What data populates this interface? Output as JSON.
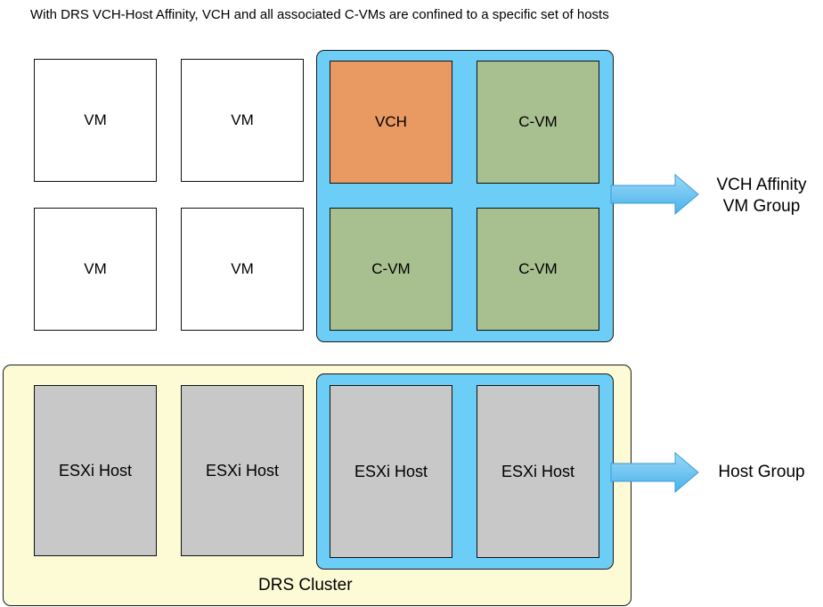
{
  "diagram": {
    "title": "With DRS VCH-Host Affinity, VCH and all associated C-VMs are confined to a specific set of hosts",
    "vm_row_1": [
      "VM",
      "VM"
    ],
    "vm_row_2": [
      "VM",
      "VM"
    ],
    "affinity_vms": {
      "top_left": "VCH",
      "top_right": "C-VM",
      "bottom_left": "C-VM",
      "bottom_right": "C-VM"
    },
    "vm_group_label": {
      "line1": "VCH Affinity",
      "line2": "VM Group"
    },
    "hosts": [
      "ESXi Host",
      "ESXi Host",
      "ESXi Host",
      "ESXi Host"
    ],
    "host_group_label": "Host Group",
    "cluster_label": "DRS Cluster",
    "colors": {
      "vch": "#e99a63",
      "cvm": "#a8bf8f",
      "host": "#c8c8c8",
      "cluster": "#fdfbd6",
      "affinity_group": "#6ccdf7"
    }
  }
}
